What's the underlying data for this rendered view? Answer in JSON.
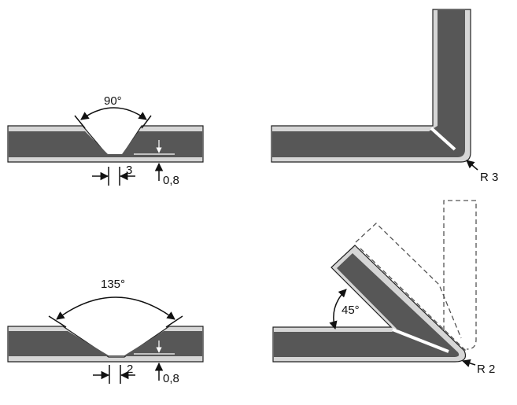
{
  "panels": {
    "groove_90": {
      "angle_label": "90°",
      "gap_label": "3",
      "depth_label": "0,8"
    },
    "bend_90": {
      "radius_label": "R 3"
    },
    "groove_135": {
      "angle_label": "135°",
      "gap_label": "2",
      "depth_label": "0,8"
    },
    "bend_45": {
      "angle_label": "45°",
      "radius_label": "R 2"
    }
  },
  "colors": {
    "core": "#575757",
    "skin": "#d6d6d6"
  }
}
